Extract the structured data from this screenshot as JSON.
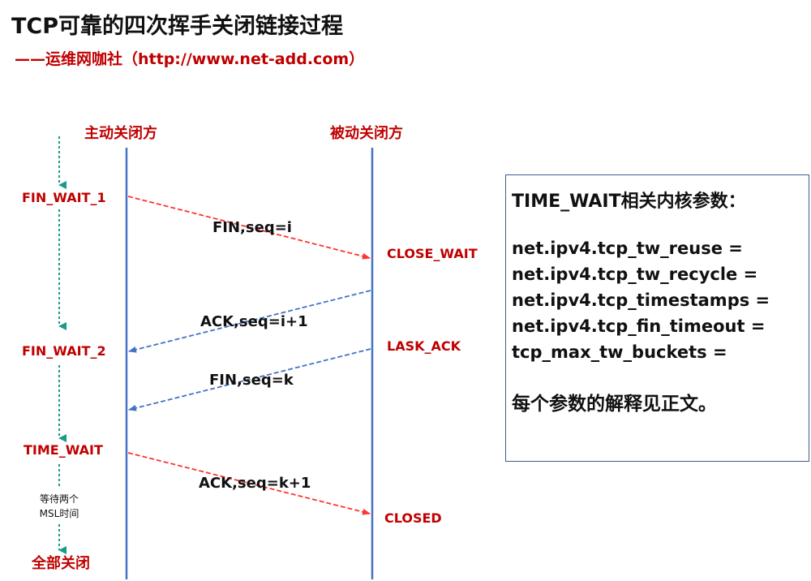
{
  "title": "TCP可靠的四次挥手关闭链接过程",
  "subtitle": "——运维网咖社（http://www.net-add.com）",
  "actors": {
    "active": "主动关闭方",
    "passive": "被动关闭方"
  },
  "active_states": {
    "fin_wait_1": "FIN_WAIT_1",
    "fin_wait_2": "FIN_WAIT_2",
    "time_wait": "TIME_WAIT",
    "wait_note_1": "等待两个",
    "wait_note_2": "MSL时间",
    "closed_all": "全部关闭"
  },
  "passive_states": {
    "close_wait": "CLOSE_WAIT",
    "last_ack": "LASK_ACK",
    "closed": "CLOSED"
  },
  "messages": {
    "fin1": "FIN,seq=i",
    "ack1": "ACK,seq=i+1",
    "fin2": "FIN,seq=k",
    "ack2": "ACK,seq=k+1"
  },
  "kernel_box": {
    "heading": "TIME_WAIT相关内核参数：",
    "params": [
      "net.ipv4.tcp_tw_reuse =",
      "net.ipv4.tcp_tw_recycle =",
      "net.ipv4.tcp_timestamps =",
      "net.ipv4.tcp_fin_timeout =",
      "tcp_max_tw_buckets ="
    ],
    "footer": "每个参数的解释见正文。"
  },
  "colors": {
    "lifeline": "#4472c4",
    "red_arrow": "#ff3333",
    "blue_arrow": "#4472c4",
    "timeline": "#1a9a8a",
    "state_text": "#c00000"
  }
}
